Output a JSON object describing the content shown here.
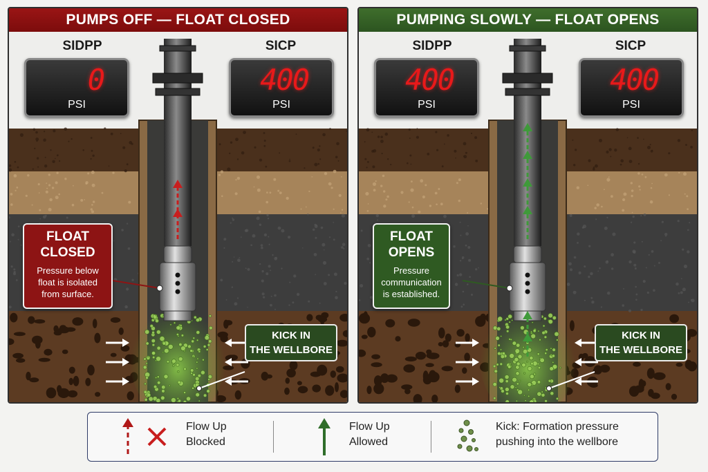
{
  "left_panel": {
    "title": "PUMPS OFF — FLOAT CLOSED",
    "sidpp": {
      "label": "SIDPP",
      "value": "0",
      "unit": "PSI"
    },
    "sicp": {
      "label": "SICP",
      "value": "400",
      "unit": "PSI"
    },
    "float_callout": {
      "heading_line1": "FLOAT",
      "heading_line2": "CLOSED",
      "body_line1": "Pressure below",
      "body_line2": "float is isolated",
      "body_line3": "from surface."
    },
    "kick_label": {
      "line1": "KICK IN",
      "line2": "THE WELLBORE"
    }
  },
  "right_panel": {
    "title": "PUMPING SLOWLY — FLOAT OPENS",
    "sidpp": {
      "label": "SIDPP",
      "value": "400",
      "unit": "PSI"
    },
    "sicp": {
      "label": "SICP",
      "value": "400",
      "unit": "PSI"
    },
    "float_callout": {
      "heading_line1": "FLOAT",
      "heading_line2": "OPENS",
      "body_line1": "Pressure",
      "body_line2": "communication",
      "body_line3": "is established."
    },
    "kick_label": {
      "line1": "KICK IN",
      "line2": "THE WELLBORE"
    }
  },
  "legend": {
    "blocked": {
      "line1": "Flow Up",
      "line2": "Blocked"
    },
    "allowed": {
      "line1": "Flow Up",
      "line2": "Allowed"
    },
    "kick": {
      "line1": "Kick: Formation pressure",
      "line2": "pushing into the wellbore"
    }
  },
  "colors": {
    "red": "#8d1414",
    "green": "#2f5a22",
    "gauge_digits": "#e8191a",
    "legend_border": "#2d3a66"
  }
}
